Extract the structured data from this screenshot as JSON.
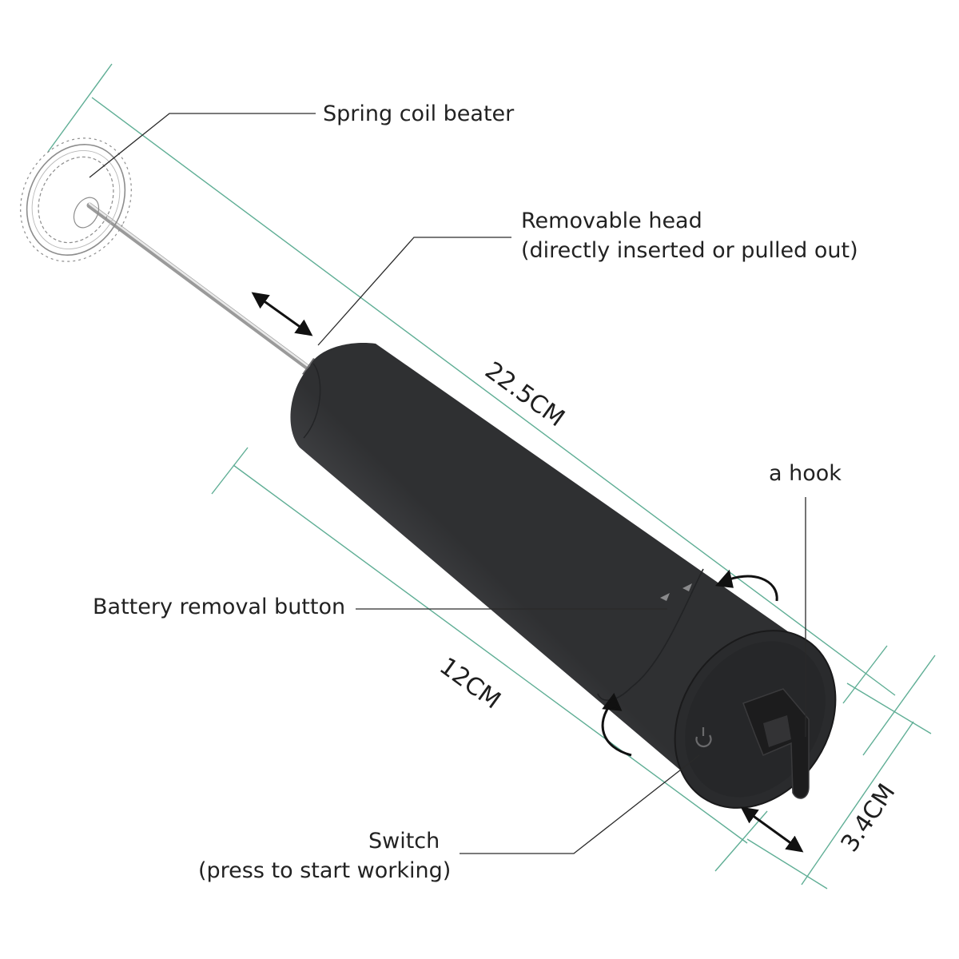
{
  "callouts": {
    "spring_coil_beater": "Spring coil beater",
    "removable_head_line1": "Removable head",
    "removable_head_line2": "(directly inserted or pulled out)",
    "hook": "a hook",
    "battery_removal_button": "Battery removal button",
    "switch_line1": "Switch",
    "switch_line2": "(press to start working)"
  },
  "dimensions": {
    "total_length": "22.5CM",
    "body_length": "12CM",
    "diameter": "3.4CM"
  },
  "colors": {
    "body": "#3e3f41",
    "body_dark": "#2b2c2e",
    "dimension_line": "#5fae95",
    "leader_line": "#2a2a2a",
    "text": "#222222"
  }
}
